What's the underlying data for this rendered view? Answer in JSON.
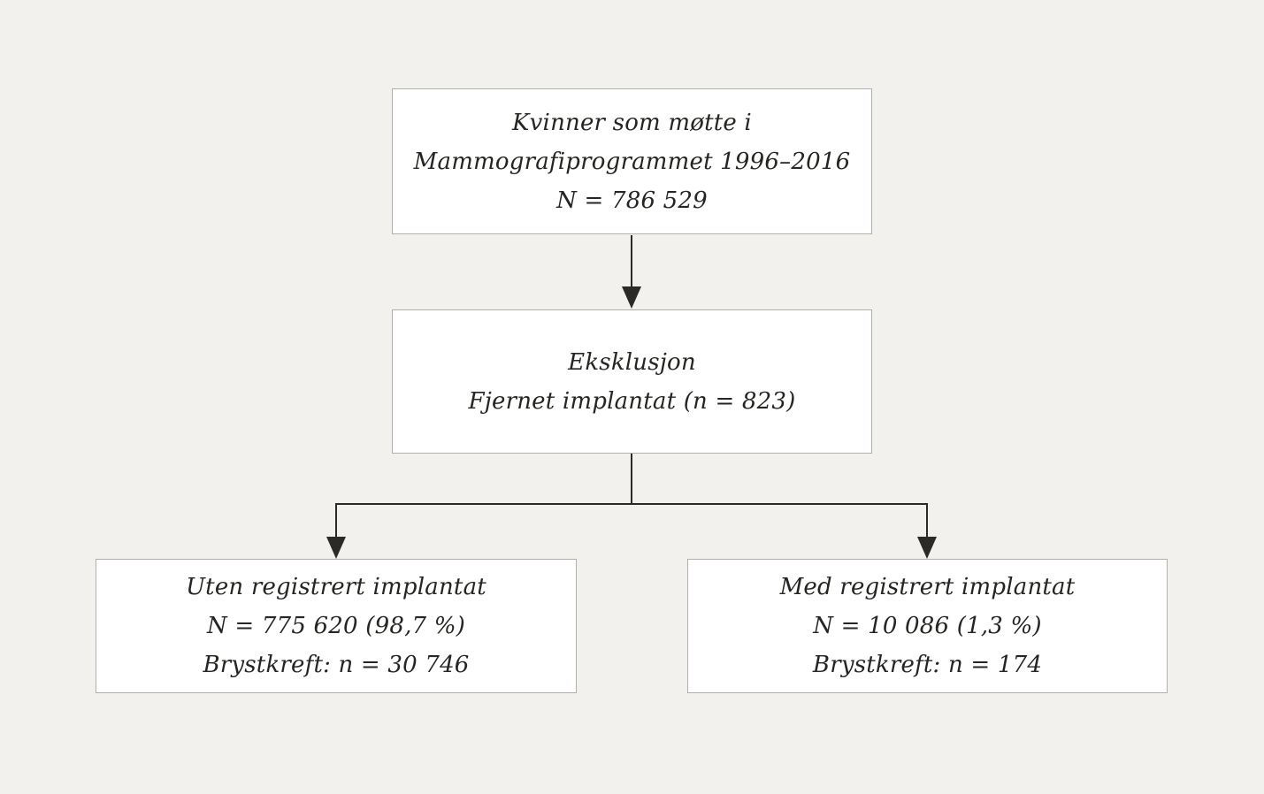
{
  "figure": {
    "background_color": "#f2f1ee",
    "box_fill_color": "#ffffff",
    "box_border_color": "#b1aeab",
    "line_color": "#2b2a27",
    "text_color": "#262522"
  },
  "boxes": {
    "population": {
      "lines": {
        "0": "Kvinner som møtte i",
        "1": "Mammografiprogrammet 1996–2016",
        "2": "N = 786 529"
      }
    },
    "exclusion": {
      "lines": {
        "0": "Eksklusjon",
        "1": "Fjernet implantat (n = 823)"
      }
    },
    "without_implant": {
      "lines": {
        "0": "Uten registrert implantat",
        "1": "N = 775 620 (98,7 %)",
        "2": "Brystkreft: n = 30 746"
      }
    },
    "with_implant": {
      "lines": {
        "0": "Med registrert implantat",
        "1": "N = 10 086 (1,3 %)",
        "2": "Brystkreft: n = 174"
      }
    }
  }
}
